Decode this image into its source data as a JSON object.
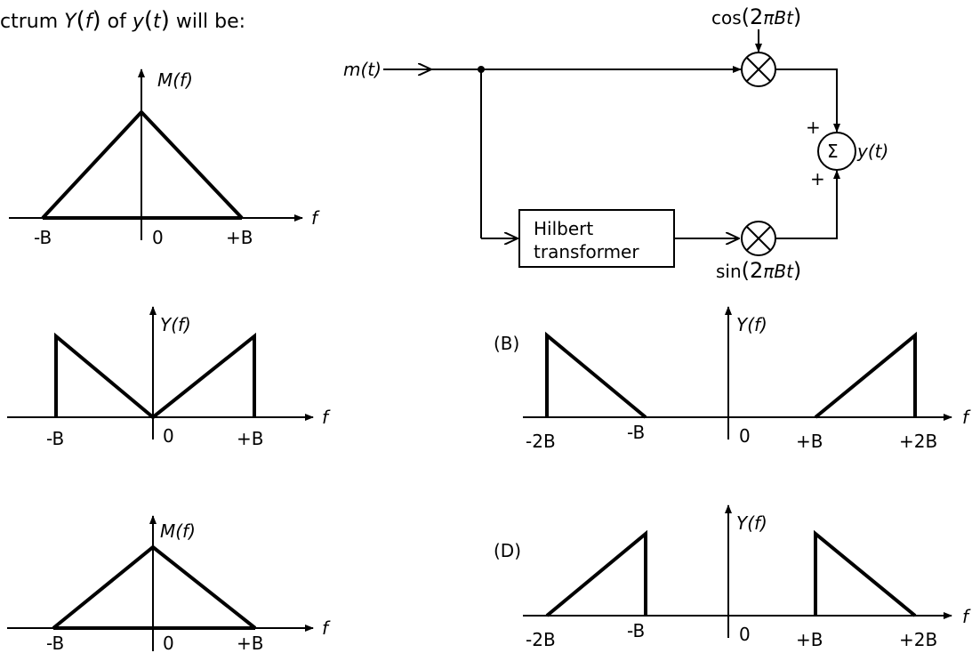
{
  "question": {
    "prefix": "ctrum ",
    "Y": "Y",
    "f_open": "(",
    "f": "f",
    "f_close": ")",
    "of": " of ",
    "y": "y",
    "t_open": "(",
    "t": "t",
    "t_close": ")",
    "suffix": " will be:"
  },
  "block_diagram": {
    "input_label": "m(t)",
    "cos_label_pre": "cos",
    "cos_label_arg": "(2",
    "cos_label_pi": "π",
    "cos_label_Bt": "Bt",
    "cos_label_close": ")",
    "sin_label_pre": "sin",
    "sin_label_arg": "(2",
    "sin_label_pi": "π",
    "sin_label_Bt": "Bt",
    "sin_label_close": ")",
    "hilbert_line1": "Hilbert",
    "hilbert_line2": "transformer",
    "sum_symbol": "Σ",
    "plus_top": "+",
    "plus_bottom": "+",
    "output_label": "y(t)"
  },
  "plots": {
    "input": {
      "ylabel": "M(f)",
      "xlabel": "f",
      "ticks": [
        "-B",
        "0",
        "+B"
      ]
    },
    "A": {
      "option": "",
      "ylabel": "Y(f)",
      "xlabel": "f",
      "ticks": [
        "-B",
        "0",
        "+B"
      ]
    },
    "B": {
      "option": "(B)",
      "ylabel": "Y(f)",
      "xlabel": "f",
      "ticks": [
        "-2B",
        "-B",
        "0",
        "+B",
        "+2B"
      ]
    },
    "C": {
      "option": "",
      "ylabel": "M(f)",
      "xlabel": "f",
      "ticks": [
        "-B",
        "0",
        "+B"
      ]
    },
    "D": {
      "option": "(D)",
      "ylabel": "Y(f)",
      "xlabel": "f",
      "ticks": [
        "-2B",
        "-B",
        "0",
        "+B",
        "+2B"
      ]
    }
  }
}
